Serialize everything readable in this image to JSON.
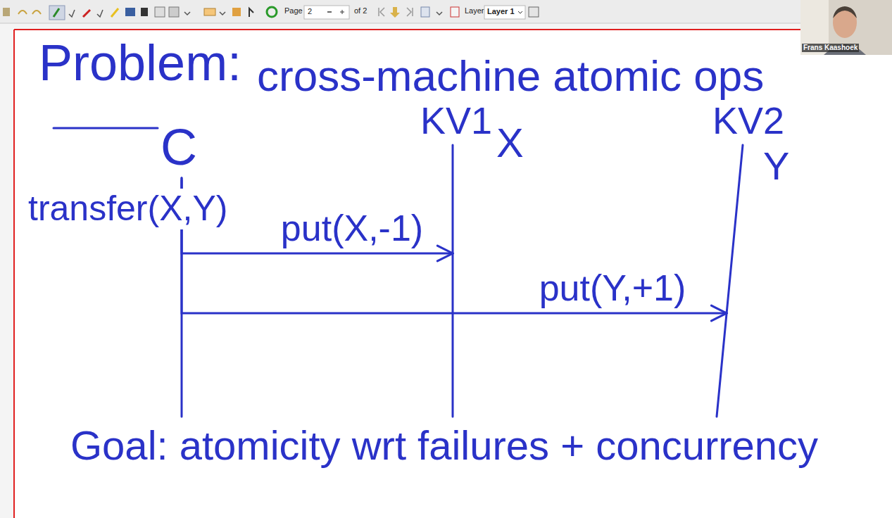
{
  "diagram": {
    "nodes": [
      {
        "text": [
          "C"
        ]
      },
      {
        "text": [
          "KV1",
          "X"
        ]
      },
      {
        "text": [
          "KV2",
          "Y"
        ]
      }
    ],
    "edges": [
      {
        "from": 0,
        "to": 1,
        "arrow": "to",
        "label": "put(X,-1)"
      },
      {
        "from": 0,
        "to": 2,
        "arrow": "to",
        "label": "put(Y,+1)"
      }
    ],
    "labels": [
      "Problem:",
      "cross-machine atomic ops",
      "transfer(X,Y)",
      "Goal: atomicity wrt failures + concurrency",
      "Page",
      "2",
      "of 2",
      "Layer",
      "Layer 1",
      "Frans Kaashoek"
    ]
  }
}
